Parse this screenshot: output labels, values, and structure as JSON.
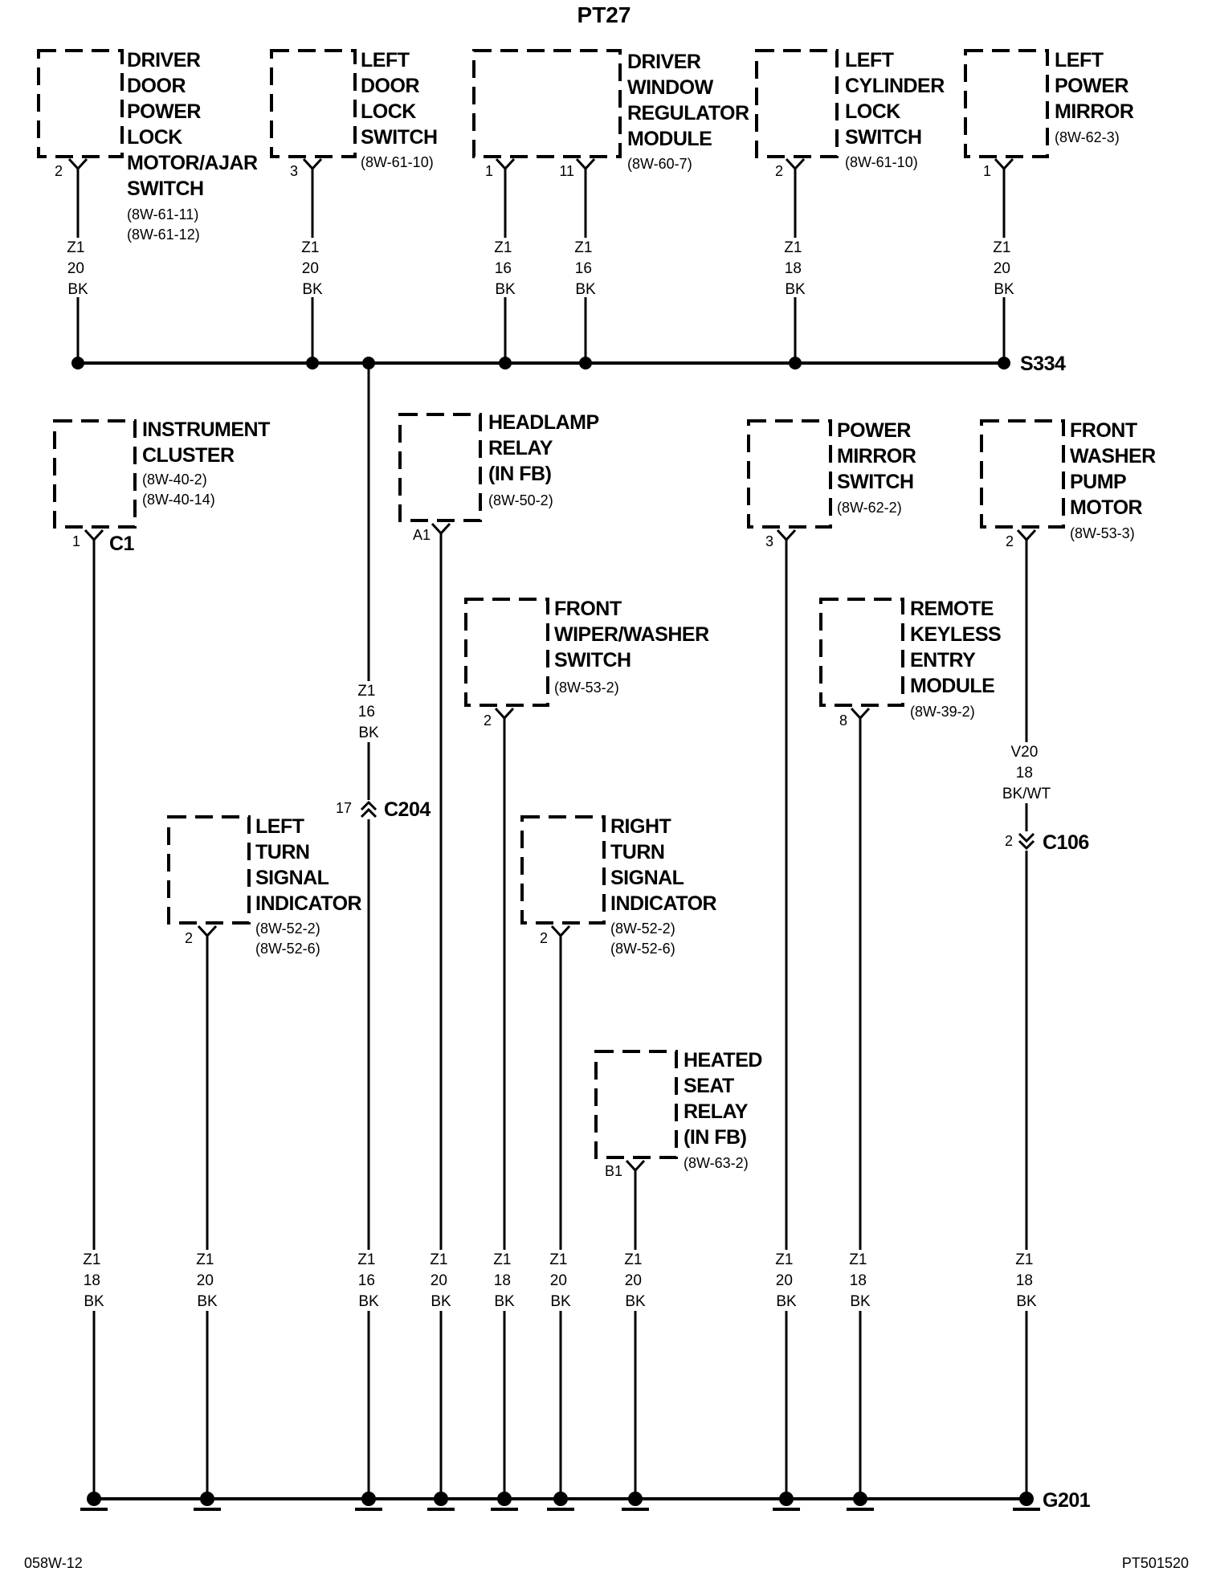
{
  "title": "PT27",
  "footer": {
    "left": "058W-12",
    "right": "PT501520"
  },
  "components": {
    "driver_door_lock_motor": {
      "name": [
        "DRIVER",
        "DOOR",
        "POWER",
        "LOCK",
        "MOTOR/AJAR",
        "SWITCH"
      ],
      "refs": [
        "(8W-61-11)",
        "(8W-61-12)"
      ],
      "pin": "2"
    },
    "left_door_lock_switch": {
      "name": [
        "LEFT",
        "DOOR",
        "LOCK",
        "SWITCH"
      ],
      "refs": [
        "(8W-61-10)"
      ],
      "pin": "3"
    },
    "driver_window_regulator": {
      "name": [
        "DRIVER",
        "WINDOW",
        "REGULATOR",
        "MODULE"
      ],
      "refs": [
        "(8W-60-7)"
      ],
      "pins": [
        "1",
        "11"
      ]
    },
    "left_cylinder_lock_switch": {
      "name": [
        "LEFT",
        "CYLINDER",
        "LOCK",
        "SWITCH"
      ],
      "refs": [
        "(8W-61-10)"
      ],
      "pin": "2"
    },
    "left_power_mirror": {
      "name": [
        "LEFT",
        "POWER",
        "MIRROR"
      ],
      "refs": [
        "(8W-62-3)"
      ],
      "pin": "1"
    },
    "instrument_cluster": {
      "name": [
        "INSTRUMENT",
        "CLUSTER"
      ],
      "refs": [
        "(8W-40-2)",
        "(8W-40-14)"
      ],
      "pin": "1",
      "connector": "C1"
    },
    "headlamp_relay": {
      "name": [
        "HEADLAMP",
        "RELAY",
        "(IN FB)"
      ],
      "refs": [
        "(8W-50-2)"
      ],
      "pin": "A1"
    },
    "power_mirror_switch": {
      "name": [
        "POWER",
        "MIRROR",
        "SWITCH"
      ],
      "refs": [
        "(8W-62-2)"
      ],
      "pin": "3"
    },
    "front_washer_pump": {
      "name": [
        "FRONT",
        "WASHER",
        "PUMP",
        "MOTOR"
      ],
      "refs": [
        "(8W-53-3)"
      ],
      "pin": "2"
    },
    "front_wiper_washer_switch": {
      "name": [
        "FRONT",
        "WIPER/WASHER",
        "SWITCH"
      ],
      "refs": [
        "(8W-53-2)"
      ],
      "pin": "2"
    },
    "remote_keyless_entry": {
      "name": [
        "REMOTE",
        "KEYLESS",
        "ENTRY",
        "MODULE"
      ],
      "refs": [
        "(8W-39-2)"
      ],
      "pin": "8"
    },
    "left_turn_signal": {
      "name": [
        "LEFT",
        "TURN",
        "SIGNAL",
        "INDICATOR"
      ],
      "refs": [
        "(8W-52-2)",
        "(8W-52-6)"
      ],
      "pin": "2"
    },
    "right_turn_signal": {
      "name": [
        "RIGHT",
        "TURN",
        "SIGNAL",
        "INDICATOR"
      ],
      "refs": [
        "(8W-52-2)",
        "(8W-52-6)"
      ],
      "pin": "2"
    },
    "heated_seat_relay": {
      "name": [
        "HEATED",
        "SEAT",
        "RELAY",
        "(IN FB)"
      ],
      "refs": [
        "(8W-63-2)"
      ],
      "pin": "B1"
    }
  },
  "top_wires": [
    [
      "Z1",
      "20",
      "BK"
    ],
    [
      "Z1",
      "20",
      "BK"
    ],
    [
      "Z1",
      "16",
      "BK"
    ],
    [
      "Z1",
      "16",
      "BK"
    ],
    [
      "Z1",
      "18",
      "BK"
    ],
    [
      "Z1",
      "20",
      "BK"
    ]
  ],
  "splice": "S334",
  "c204_wire": [
    "Z1",
    "16",
    "BK"
  ],
  "c204": {
    "pin": "17",
    "name": "C204"
  },
  "c106_wire": [
    "V20",
    "18",
    "BK/WT"
  ],
  "c106": {
    "pin": "2",
    "name": "C106"
  },
  "ground_wires": [
    [
      "Z1",
      "18",
      "BK"
    ],
    [
      "Z1",
      "20",
      "BK"
    ],
    [
      "Z1",
      "16",
      "BK"
    ],
    [
      "Z1",
      "20",
      "BK"
    ],
    [
      "Z1",
      "18",
      "BK"
    ],
    [
      "Z1",
      "20",
      "BK"
    ],
    [
      "Z1",
      "20",
      "BK"
    ],
    [
      "Z1",
      "20",
      "BK"
    ],
    [
      "Z1",
      "18",
      "BK"
    ],
    [
      "Z1",
      "18",
      "BK"
    ]
  ],
  "ground": "G201"
}
